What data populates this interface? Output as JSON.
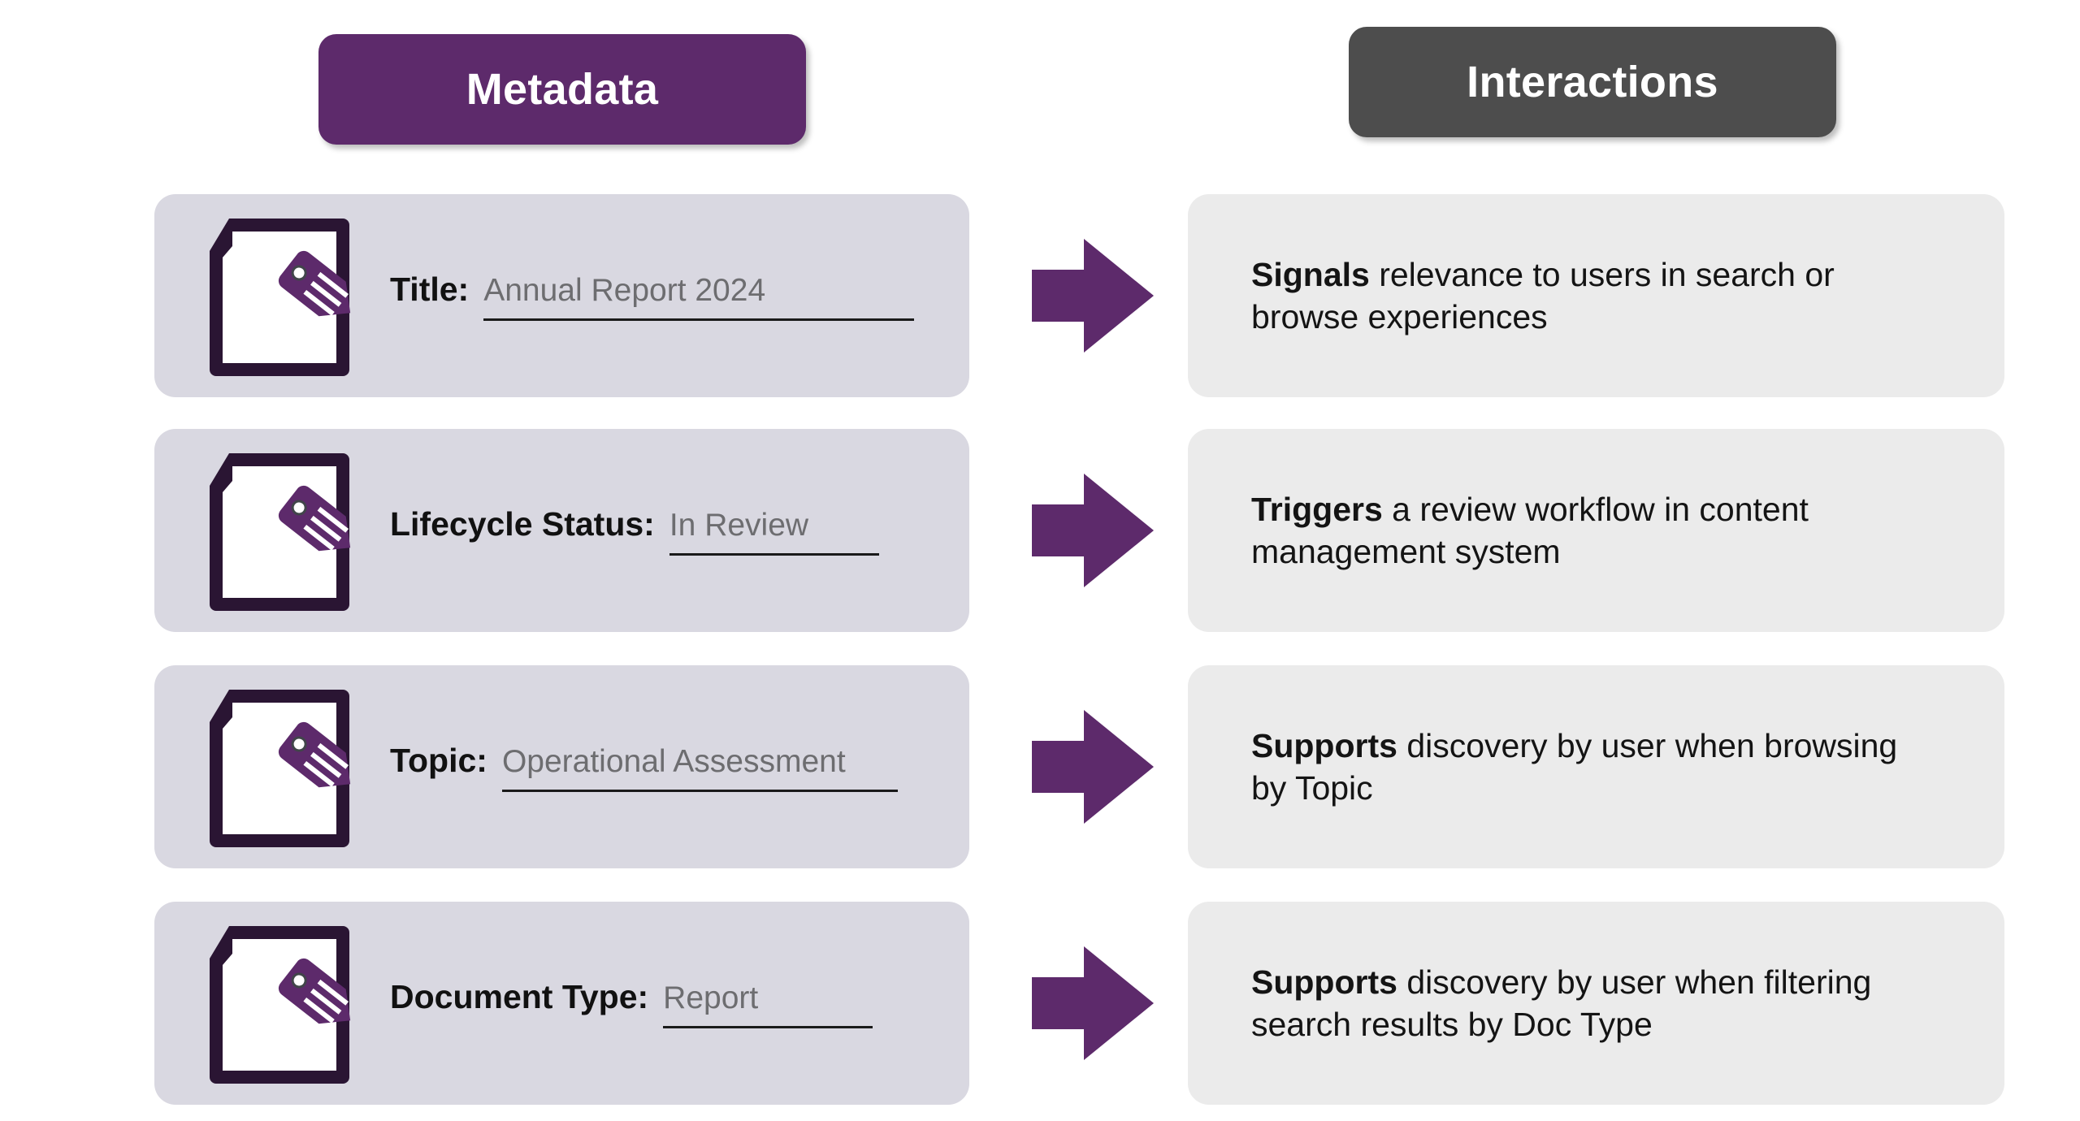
{
  "columns": {
    "left": {
      "title": "Metadata",
      "color": "#5d2a6b"
    },
    "right": {
      "title": "Interactions",
      "color": "#4d4d4d"
    }
  },
  "theme": {
    "purple": "#5d2a6b",
    "dark_outline": "#2a1533",
    "left_card_bg": "#d9d8e1",
    "right_card_bg": "#ebebeb",
    "value_text": "#6d6d70",
    "label_text": "#111111"
  },
  "rows": [
    {
      "icon": "document-tag-icon",
      "label": "Title:",
      "value": "Annual Report 2024",
      "arrow": "right-arrow-icon",
      "interaction_lead": "Signals",
      "interaction_rest": " relevance to users in search or browse experiences"
    },
    {
      "icon": "document-tag-icon",
      "label": "Lifecycle Status:",
      "value": "In Review",
      "arrow": "right-arrow-icon",
      "interaction_lead": "Triggers",
      "interaction_rest": " a review workflow in content management system"
    },
    {
      "icon": "document-tag-icon",
      "label": "Topic:",
      "value": "Operational Assessment",
      "arrow": "right-arrow-icon",
      "interaction_lead": "Supports",
      "interaction_rest": " discovery by user when browsing by Topic"
    },
    {
      "icon": "document-tag-icon",
      "label": "Document Type:",
      "value": "Report",
      "arrow": "right-arrow-icon",
      "interaction_lead": "Supports",
      "interaction_rest": " discovery by user when filtering search results by Doc Type"
    }
  ]
}
